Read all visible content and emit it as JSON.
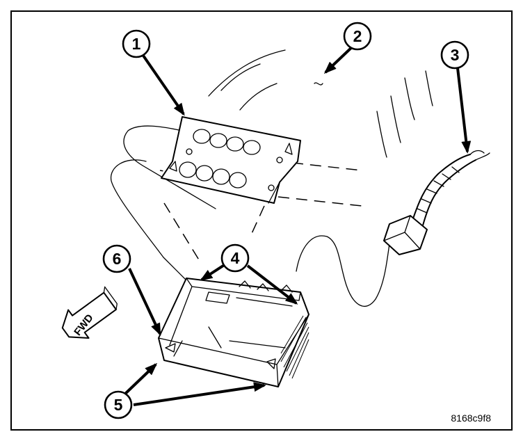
{
  "callouts": {
    "c1": "1",
    "c2": "2",
    "c3": "3",
    "c4": "4",
    "c5": "5",
    "c6": "6"
  },
  "direction_label": "FWD",
  "figure_id": "8168c9f8",
  "colors": {
    "line": "#000000",
    "background": "#ffffff"
  }
}
